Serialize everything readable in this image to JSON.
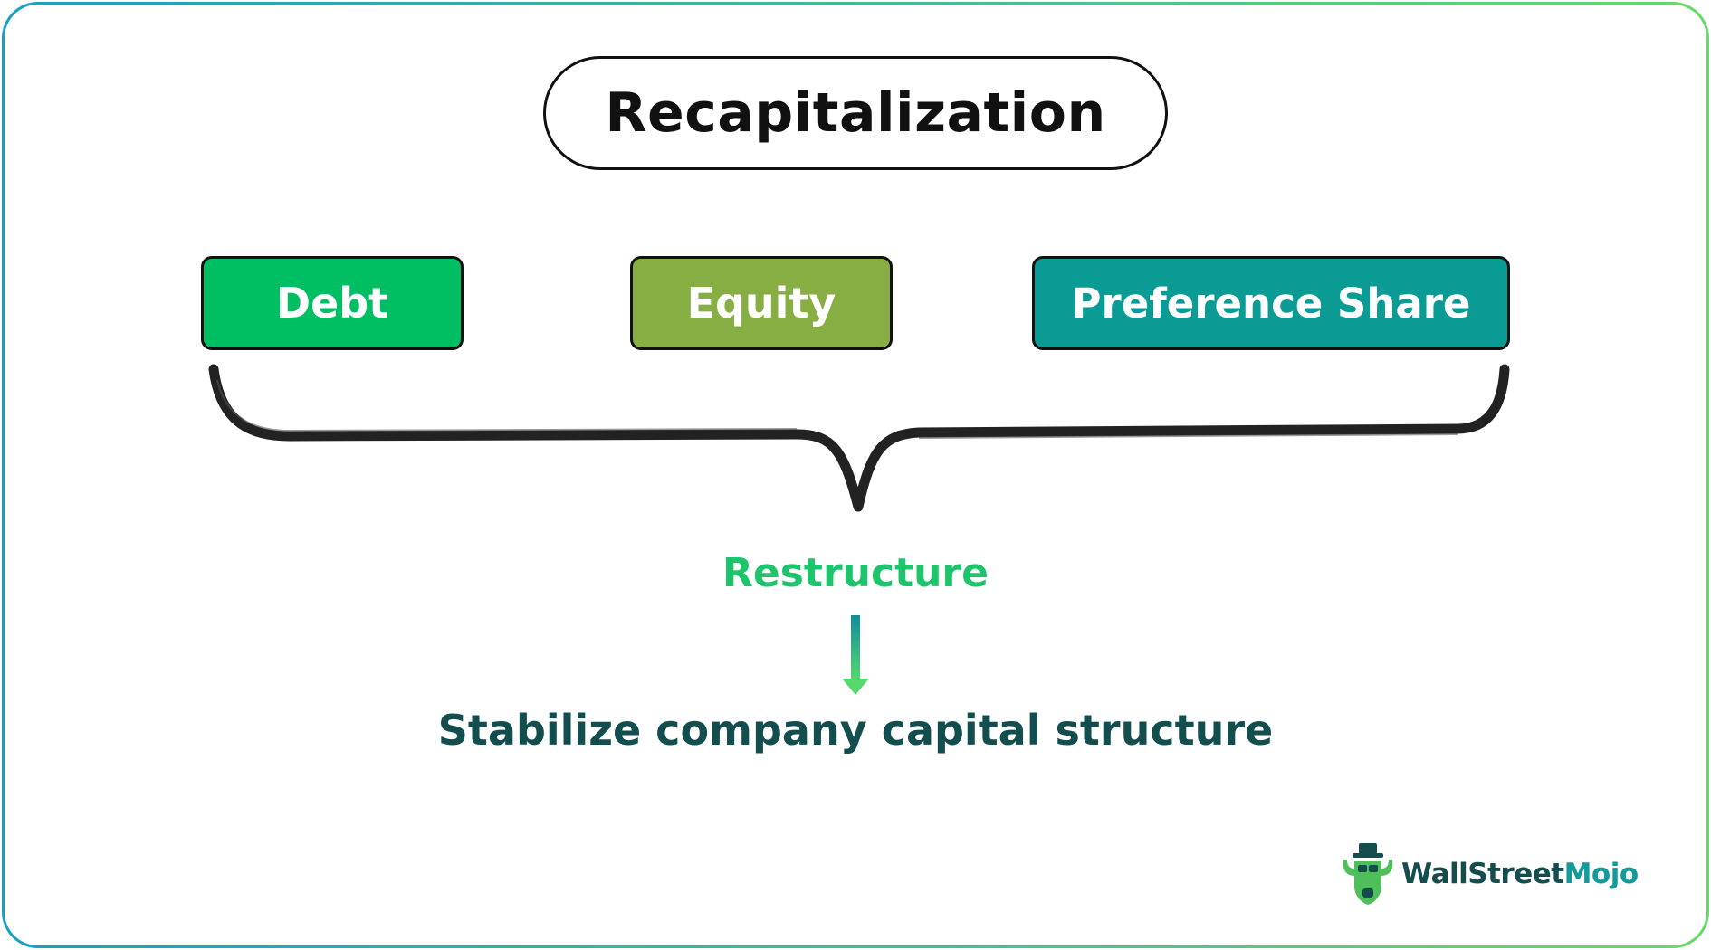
{
  "title": "Recapitalization",
  "components": [
    {
      "label": "Debt",
      "color": "#00bf63"
    },
    {
      "label": "Equity",
      "color": "#86ae42"
    },
    {
      "label": "Preference Share",
      "color": "#0a9b94"
    }
  ],
  "process_label": "Restructure",
  "result_label": "Stabilize company capital structure",
  "brand": {
    "part1": "WallStreet",
    "part2": "Mojo",
    "icon": "bull-logo-icon"
  },
  "colors": {
    "frame_start": "#1a9fc0",
    "frame_end": "#69d86b",
    "restructure": "#1cc56b",
    "result": "#134e4f",
    "arrow_top": "#138b9e",
    "arrow_bottom": "#56d86b",
    "brand_dark": "#154c4d",
    "brand_accent": "#159a9b"
  }
}
